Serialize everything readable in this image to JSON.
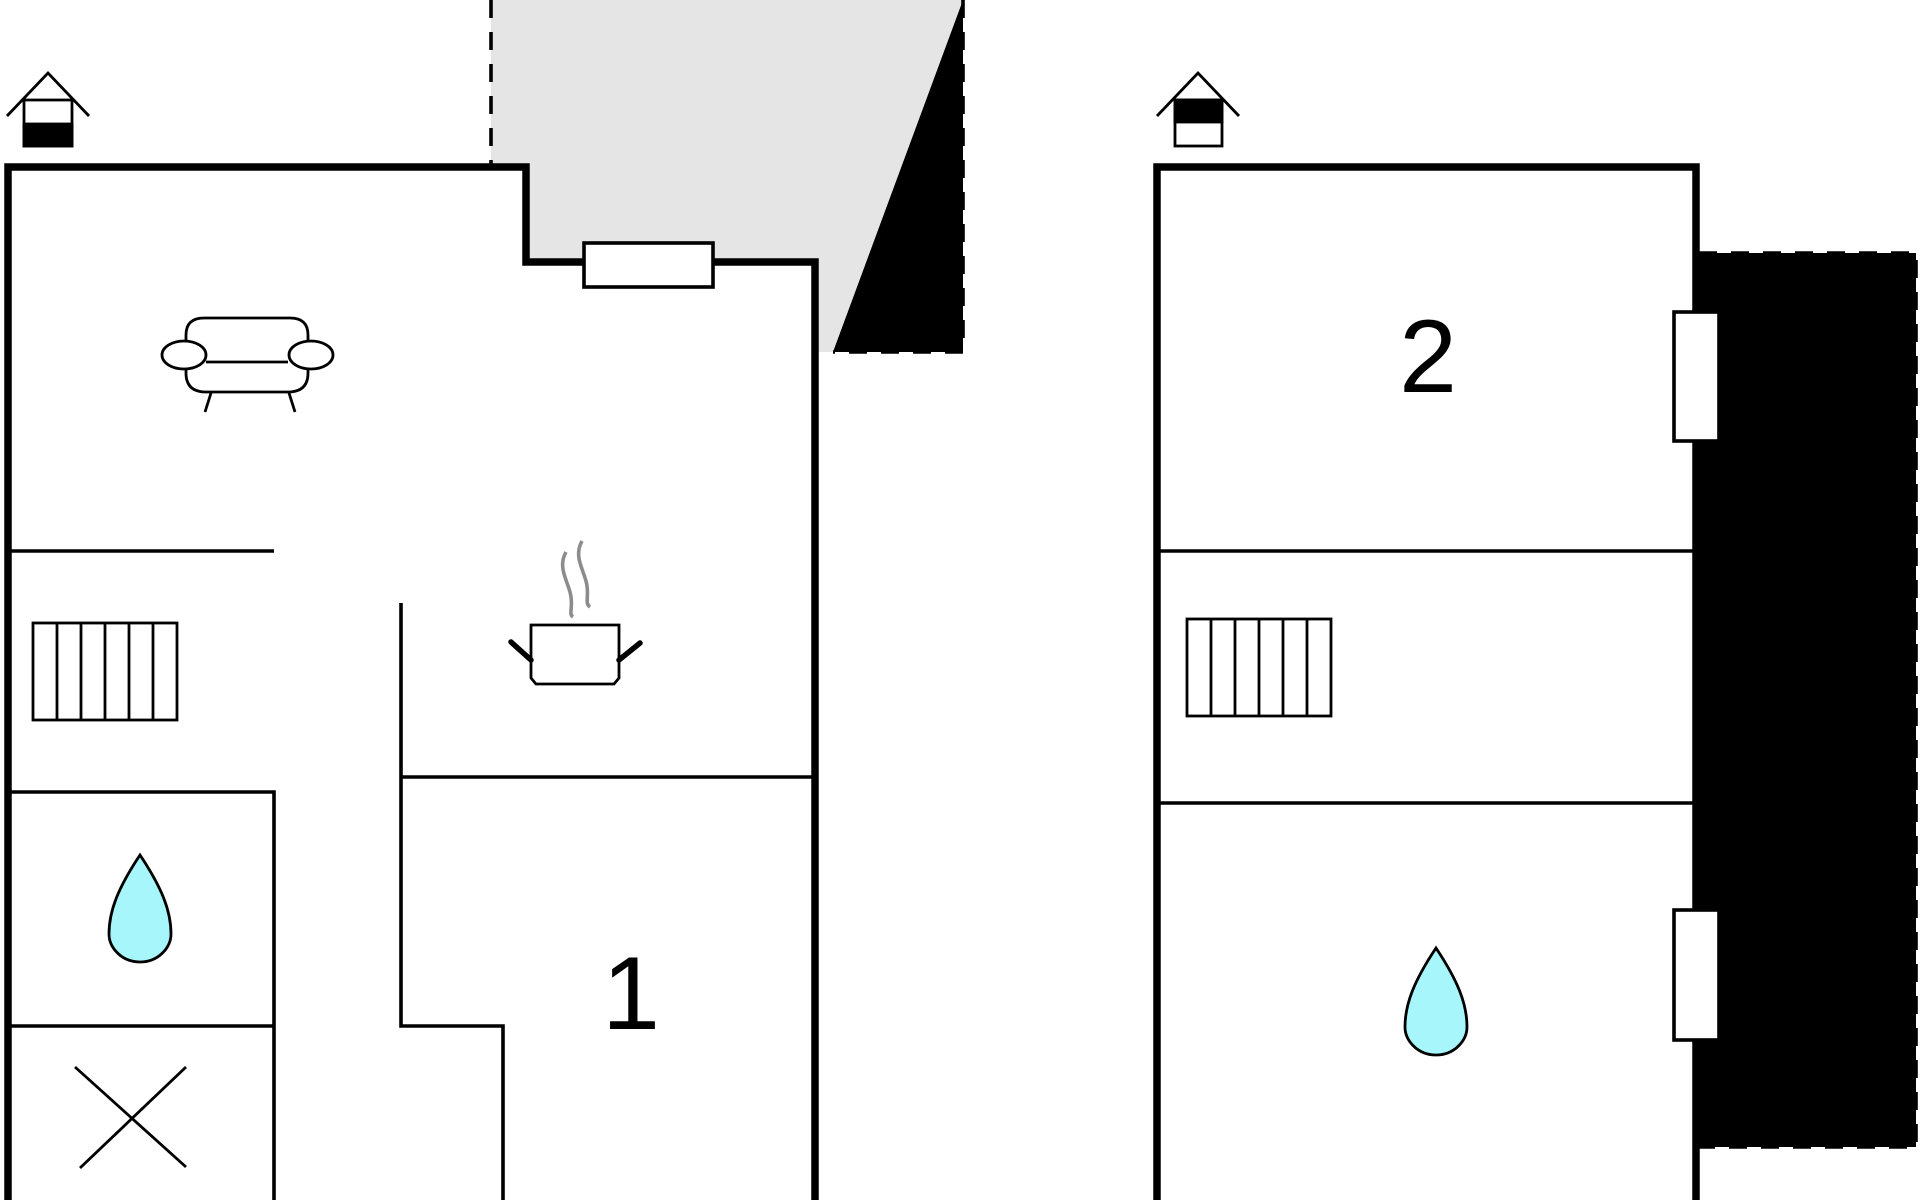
{
  "floors": [
    {
      "name": "ground-floor",
      "room_number": "1"
    },
    {
      "name": "first-floor",
      "room_number": "2"
    }
  ],
  "colors": {
    "walls": "#000000",
    "terrace": "#e5e5e5",
    "water": "#a6f6fb",
    "steam": "#8c8c8c",
    "background": "#ffffff"
  },
  "icons": [
    "floor-level-ground-icon",
    "floor-level-upper-icon",
    "sofa-icon",
    "cooking-pot-icon",
    "radiator-icon",
    "water-drop-icon",
    "cross-icon"
  ]
}
